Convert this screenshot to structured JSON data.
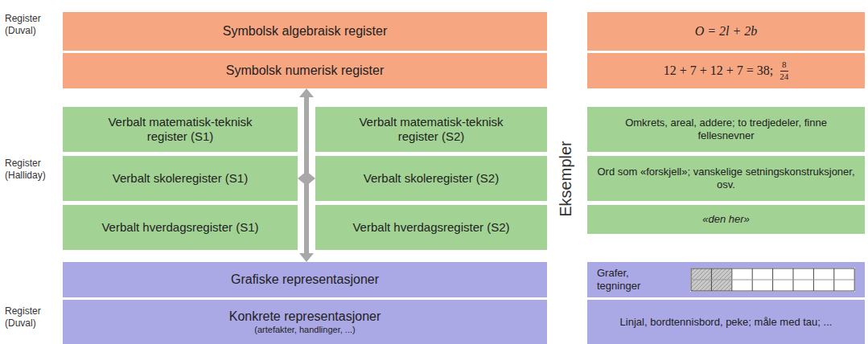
{
  "diagram": {
    "nodes": [
      {
        "text": [
          "Symbolsk algebraisk register"
        ]
      },
      {
        "text": [
          "Symbolsk numerisk register"
        ]
      },
      {
        "text": [
          "Verbalt matematisk-teknisk register (S1)"
        ]
      },
      {
        "text": [
          "Verbalt matematisk-teknisk register (S2)"
        ]
      },
      {
        "text": [
          "Verbalt skoleregister (S1)"
        ]
      },
      {
        "text": [
          "Verbalt skoleregister (S2)"
        ]
      },
      {
        "text": [
          "Verbalt hverdagsregister (S1)"
        ]
      },
      {
        "text": [
          "Verbalt hverdagsregister (S2)"
        ]
      },
      {
        "text": [
          "Grafiske representasjoner"
        ]
      },
      {
        "text": [
          "Konkrete representasjoner",
          "(artefakter, handlinger, ...)"
        ]
      },
      {
        "text": [
          "O = 2l + 2b"
        ]
      },
      {
        "text": [
          "12 + 7 + 12 + 7 = 38;",
          "8",
          "24"
        ]
      },
      {
        "text": [
          "Omkrets, areal, addere; to tredjedeler, finne fellesnevner"
        ]
      },
      {
        "text": [
          "Ord som «forskjell»; vanskelige setningskonstruksjoner, osv."
        ]
      },
      {
        "text": [
          "«den her»"
        ]
      },
      {
        "text": [
          "Grafer, tegninger"
        ]
      },
      {
        "text": [
          "Linjal, bordtennisbord, peke; måle med tau; ..."
        ]
      }
    ],
    "edges": [
      {
        "from": 1,
        "to": 8,
        "arrow": "both"
      },
      {
        "from": 4,
        "to": 5,
        "arrow": "both"
      }
    ],
    "labels": [
      "Register (Duval)",
      "Register (Halliday)",
      "Register (Duval)",
      "Eksempler"
    ]
  }
}
